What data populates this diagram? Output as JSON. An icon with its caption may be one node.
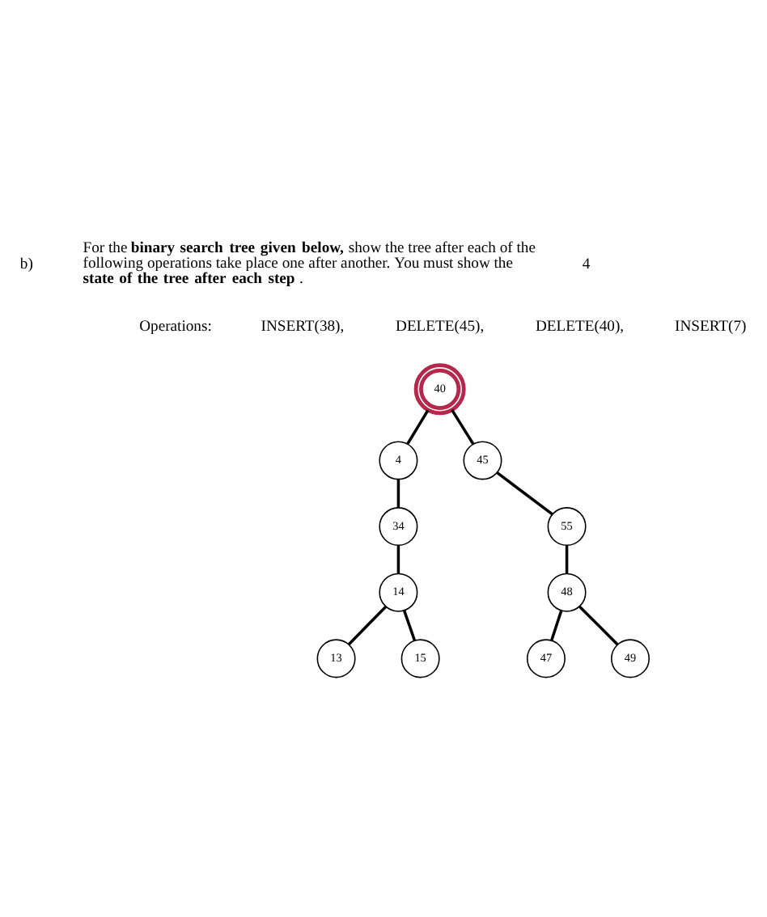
{
  "diagram": {
    "nodes": [
      {
        "text": [
          "40"
        ]
      },
      {
        "text": [
          "4"
        ]
      },
      {
        "text": [
          "45"
        ]
      },
      {
        "text": [
          "34"
        ]
      },
      {
        "text": [
          "55"
        ]
      },
      {
        "text": [
          "14"
        ]
      },
      {
        "text": [
          "48"
        ]
      },
      {
        "text": [
          "13"
        ]
      },
      {
        "text": [
          "15"
        ]
      },
      {
        "text": [
          "47"
        ]
      },
      {
        "text": [
          "49"
        ]
      }
    ],
    "edges": [
      {
        "from": 0,
        "to": 1,
        "arrow": "none"
      },
      {
        "from": 0,
        "to": 2,
        "arrow": "none"
      },
      {
        "from": 1,
        "to": 3,
        "arrow": "none"
      },
      {
        "from": 3,
        "to": 5,
        "arrow": "none"
      },
      {
        "from": 5,
        "to": 7,
        "arrow": "none"
      },
      {
        "from": 5,
        "to": 8,
        "arrow": "none"
      },
      {
        "from": 2,
        "to": 4,
        "arrow": "none"
      },
      {
        "from": 4,
        "to": 6,
        "arrow": "none"
      },
      {
        "from": 6,
        "to": 9,
        "arrow": "none"
      },
      {
        "from": 6,
        "to": 10,
        "arrow": "none"
      }
    ],
    "labels": [
      "b)",
      "For the **binary search tree given below,** show the tree after each of the following operations take place one after another. You must show the **state of the tree after each step**.",
      "4",
      "Operations:",
      "INSERT(38),",
      "DELETE(45),",
      "DELETE(40),",
      "INSERT(7)"
    ]
  }
}
